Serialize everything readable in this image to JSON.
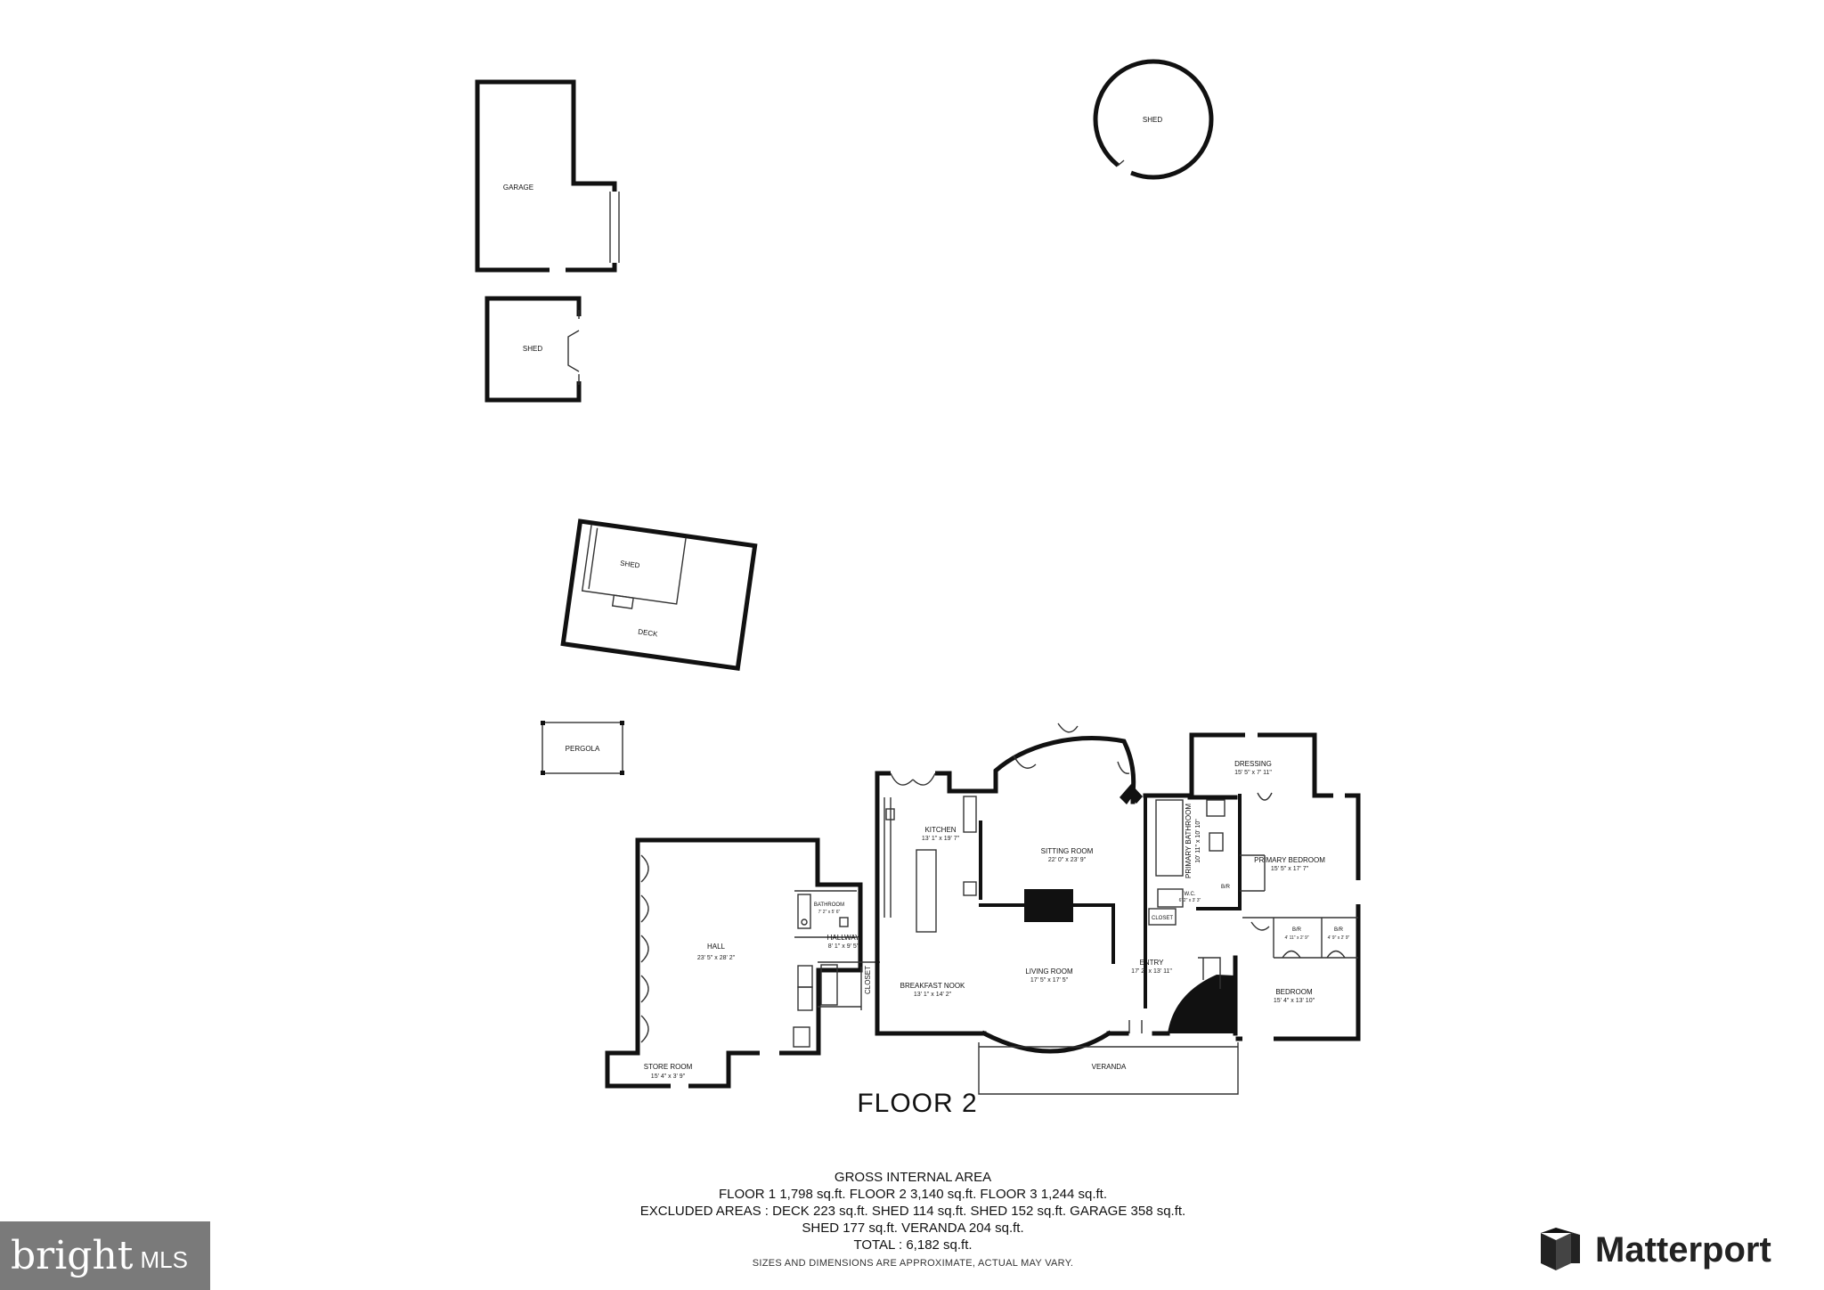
{
  "rooms": {
    "garage": {
      "name": "GARAGE"
    },
    "shed_round": {
      "name": "SHED"
    },
    "shed_small": {
      "name": "SHED"
    },
    "shed_deck": {
      "name": "SHED"
    },
    "deck": {
      "name": "DECK"
    },
    "pergola": {
      "name": "PERGOLA"
    },
    "hall": {
      "name": "HALL",
      "dims": "23' 5\" x 28' 2\""
    },
    "store_room": {
      "name": "STORE ROOM",
      "dims": "15' 4\" x 3' 9\""
    },
    "bathroom": {
      "name": "BATHROOM",
      "dims": "7' 2\" x 5' 6\""
    },
    "hallway": {
      "name": "HALLWAY",
      "dims": "8' 1\" x 9' 5\""
    },
    "closet_left": {
      "name": "CLOSET"
    },
    "kitchen": {
      "name": "KITCHEN",
      "dims": "13' 1\" x 19' 7\""
    },
    "breakfast_nook": {
      "name": "BREAKFAST NOOK",
      "dims": "13' 1\" x 14' 2\""
    },
    "sitting_room": {
      "name": "SITTING ROOM",
      "dims": "22' 0\" x 23' 9\""
    },
    "living_room": {
      "name": "LIVING ROOM",
      "dims": "17' 5\" x 17' 5\""
    },
    "entry": {
      "name": "ENTRY",
      "dims": "17' 2\" x 13' 11\""
    },
    "veranda": {
      "name": "VERANDA"
    },
    "dressing": {
      "name": "DRESSING",
      "dims": "15' 5\" x 7' 11\""
    },
    "primary_bathroom": {
      "name": "PRIMARY BATHROOM",
      "dims": "10' 11\" x 10' 10\""
    },
    "wc": {
      "name": "W.C.",
      "dims": "6' 2\" x 3' 3\""
    },
    "closet_right": {
      "name": "CLOSET"
    },
    "primary_bedroom": {
      "name": "PRIMARY BEDROOM",
      "dims": "15' 5\" x 17' 7\""
    },
    "br_a": {
      "name": "B/R"
    },
    "br_b": {
      "name": "B/R",
      "dims": "4' 11\" x 2' 9\""
    },
    "br_c": {
      "name": "B/R",
      "dims": "4' 9\" x 2' 9\""
    },
    "bedroom": {
      "name": "BEDROOM",
      "dims": "15' 4\" x 13' 10\""
    }
  },
  "floor_title": "FLOOR 2",
  "area_summary": {
    "heading": "GROSS INTERNAL AREA",
    "line1": "FLOOR 1 1,798 sq.ft.    FLOOR 2 3,140 sq.ft.    FLOOR 3 1,244 sq.ft.",
    "line2": "EXCLUDED AREAS :  DECK 223 sq.ft.    SHED 114 sq.ft.    SHED 152 sq.ft.    GARAGE 358 sq.ft.",
    "line3": "SHED 177 sq.ft.    VERANDA 204 sq.ft.",
    "total": "TOTAL :  6,182 sq.ft.",
    "note": "SIZES AND DIMENSIONS ARE APPROXIMATE, ACTUAL MAY VARY."
  },
  "logos": {
    "bright_name": "bright",
    "bright_suffix": "MLS",
    "matterport": "Matterport"
  }
}
